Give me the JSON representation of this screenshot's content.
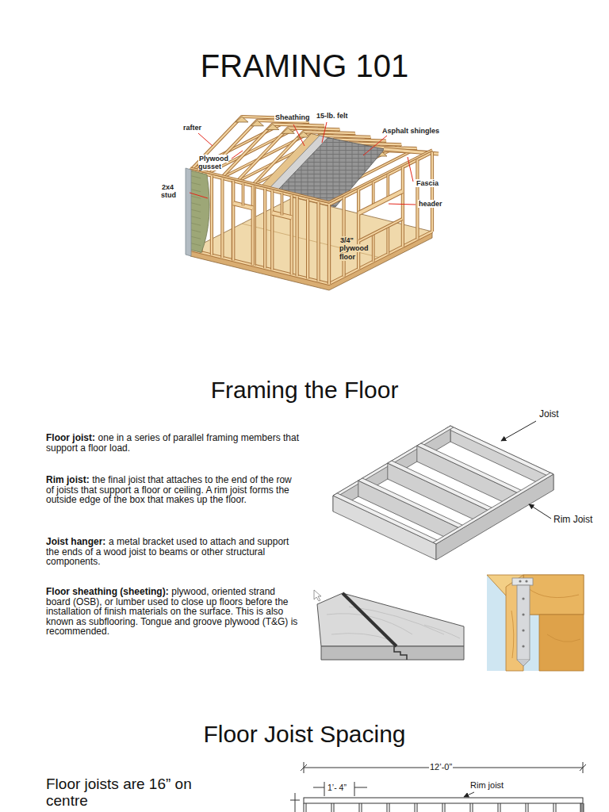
{
  "diagram": {
    "title": "FRAMING 101",
    "labels": [
      "Sheathing",
      "15-lb. felt",
      "rafter",
      "Asphalt shingles",
      "Plywood gusset",
      "2x4 stud",
      "Fascia",
      "header",
      "3/4\" plywood floor",
      "Framing the Floor",
      "Floor joist:",
      "one in a series of parallel framing members that support a floor load.",
      "Rim joist:",
      "the final joist that attaches to the end of the row of joists that support a floor or ceiling. A rim joist forms the outside edge of the box that makes up the floor.",
      "Joist hanger:",
      "a metal bracket used to attach and support the ends of a wood joist to beams or other structural components.",
      "Floor sheathing (sheeting):",
      "plywood, oriented strand board (OSB), or lumber used to close up floors before the installation of finish materials on the surface. This is also known as subflooring. Tongue and groove plywood (T&G) is recommended.",
      "Joist",
      "Rim Joist",
      "Floor Joist Spacing",
      "Floor joists are 16” on centre",
      "12’-0”",
      "1’- 4”",
      "Rim joist"
    ]
  }
}
